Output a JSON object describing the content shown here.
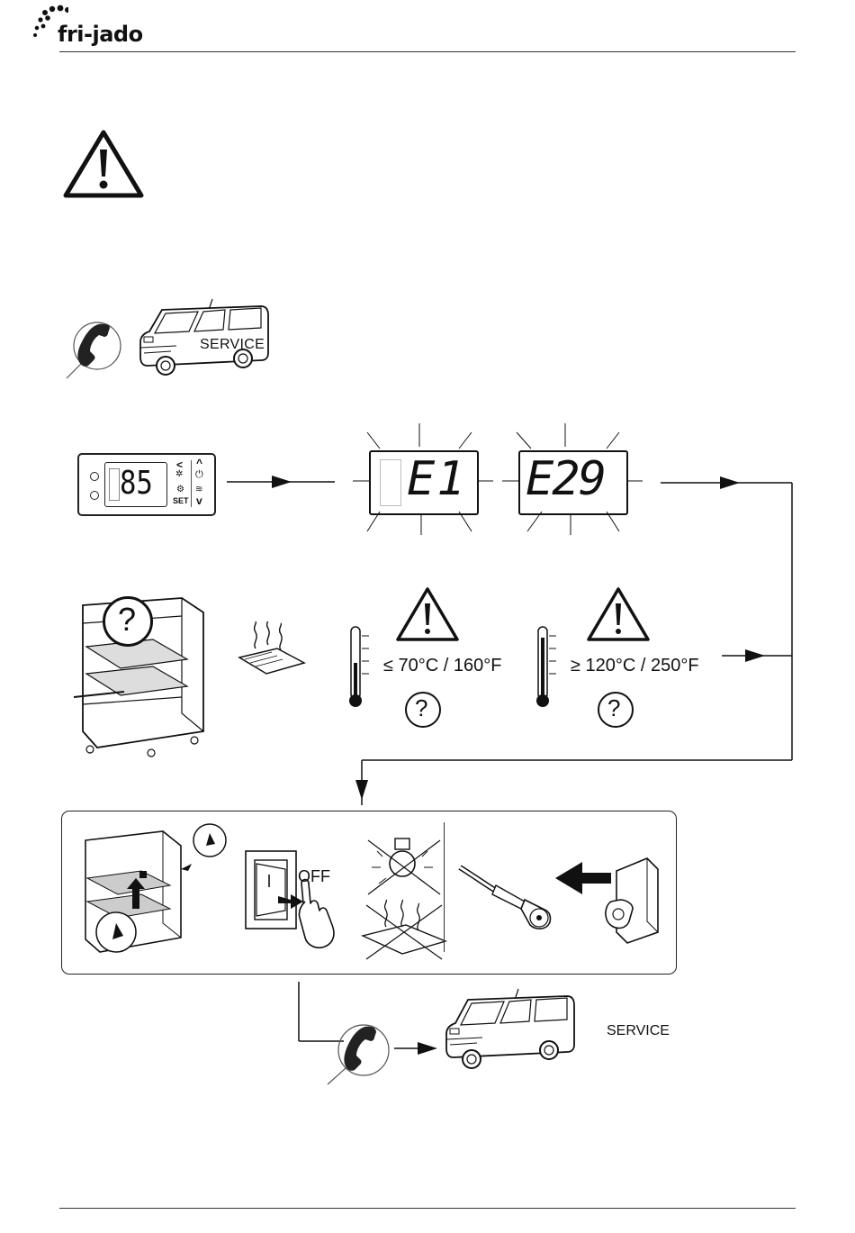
{
  "header": {
    "brand": "fri-jado"
  },
  "service_top": {
    "label": "SERVICE"
  },
  "controller": {
    "reading": "85",
    "set_label": "SET"
  },
  "error_codes": [
    "E1",
    "E29"
  ],
  "temperatures": {
    "low": "≤ 70°C / 160°F",
    "high": "≥ 120°C / 250°F"
  },
  "question_mark": "?",
  "switch": {
    "off_label": "OFF"
  },
  "service_bottom": {
    "label": "SERVICE"
  },
  "colors": {
    "ink": "#111111",
    "logo_dots": "#111111"
  }
}
